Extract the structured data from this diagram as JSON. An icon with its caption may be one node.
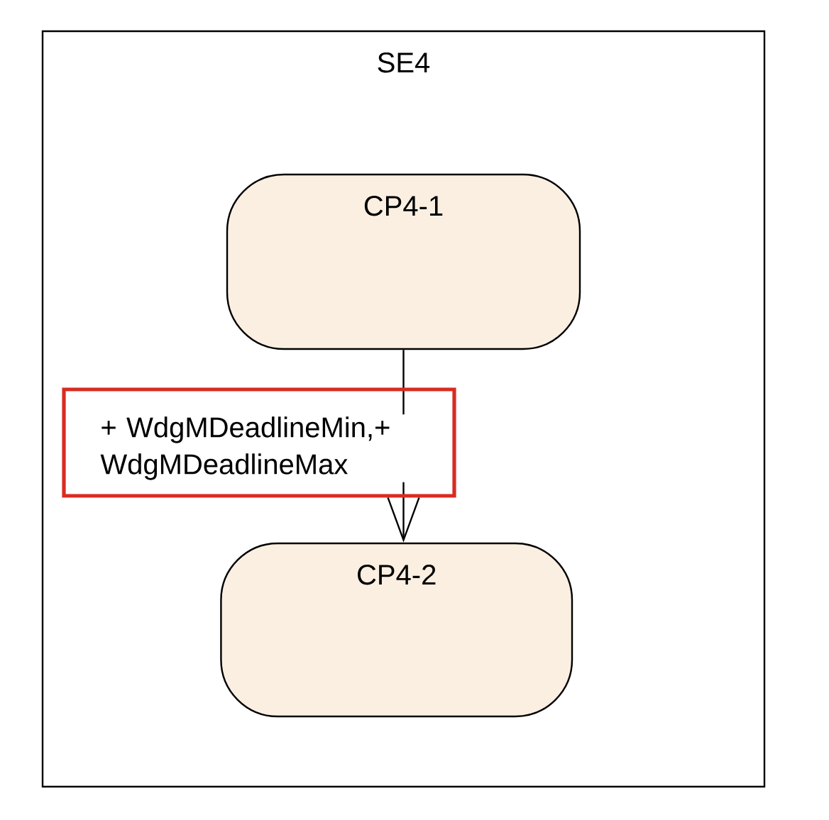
{
  "diagram": {
    "nodes": [
      {
        "text": [
          "SE4"
        ]
      },
      {
        "text": [
          "CP4-1"
        ],
        "in": 0
      },
      {
        "text": [
          "CP4-2"
        ],
        "in": 0
      }
    ],
    "edges": [
      {
        "from": 1,
        "to": 2,
        "arrow": "to",
        "label": "+ WdgMDeadlineMin,+ WdgMDeadlineMax"
      }
    ]
  }
}
